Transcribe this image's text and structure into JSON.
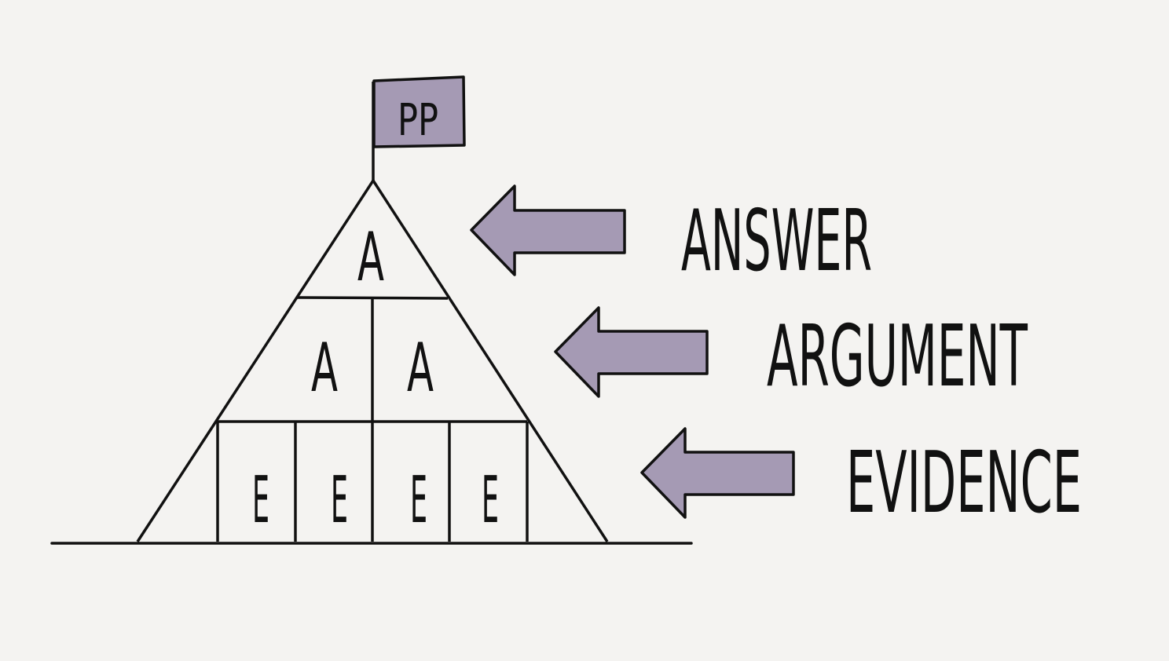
{
  "colors": {
    "background": "#f4f3f1",
    "ink": "#111111",
    "accent_fill": "#a59ab4"
  },
  "flag": {
    "text": "PP"
  },
  "pyramid": {
    "top": [
      "A"
    ],
    "middle": [
      "A",
      "A"
    ],
    "bottom": [
      "E",
      "E",
      "E",
      "E"
    ]
  },
  "labels": {
    "answer": "ANSWER",
    "argument": "ARGUMENT",
    "evidence": "EVIDENCE"
  }
}
